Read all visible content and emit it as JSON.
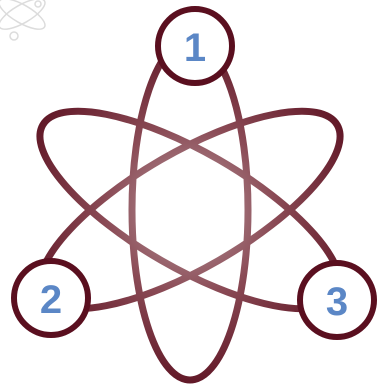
{
  "colors": {
    "orbit_outer": "#5a0f1f",
    "orbit_inner": "#b89a9e",
    "node_stroke": "#5a0f1f",
    "node_fill": "#ffffff",
    "label": "#5b87c6",
    "watermark": "#d9d9d9"
  },
  "nodes": [
    {
      "label": "1"
    },
    {
      "label": "2"
    },
    {
      "label": "3"
    }
  ],
  "watermark_icon": "atom-sketch-icon"
}
